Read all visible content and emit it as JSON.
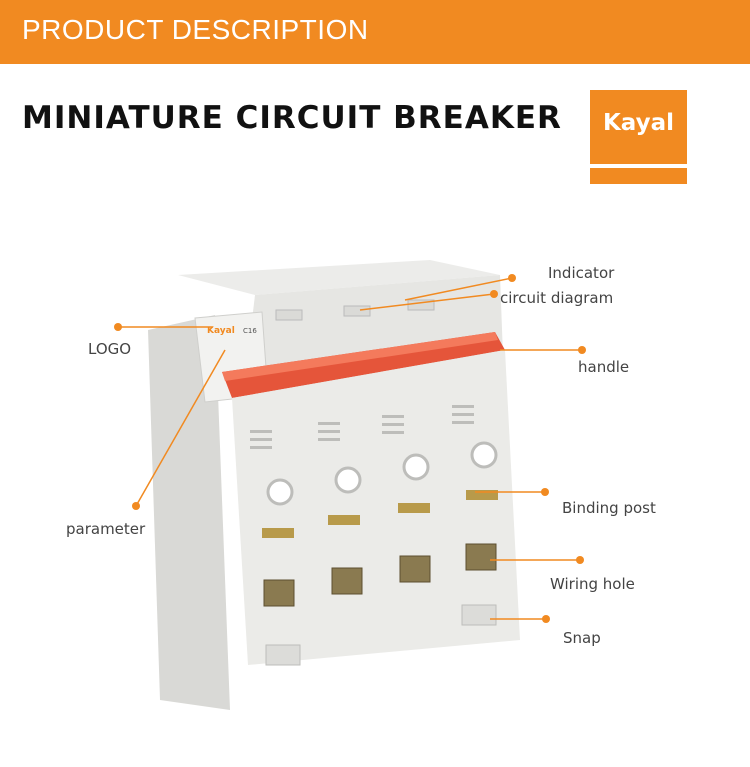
{
  "banner": {
    "title": "PRODUCT DESCRIPTION"
  },
  "heading": {
    "title": "MINIATURE CIRCUIT BREAKER"
  },
  "brand": {
    "logo_text": "Kayal",
    "color": "#f18a21"
  },
  "callouts": {
    "indicator": "Indicator",
    "circuit_diagram": "circuit diagram",
    "logo": "LOGO",
    "handle": "handle",
    "parameter": "parameter",
    "binding_post": "Binding post",
    "wiring_hole": "Wiring hole",
    "snap": "Snap"
  },
  "product": {
    "front_label": "Kayal",
    "rating": "C16"
  }
}
